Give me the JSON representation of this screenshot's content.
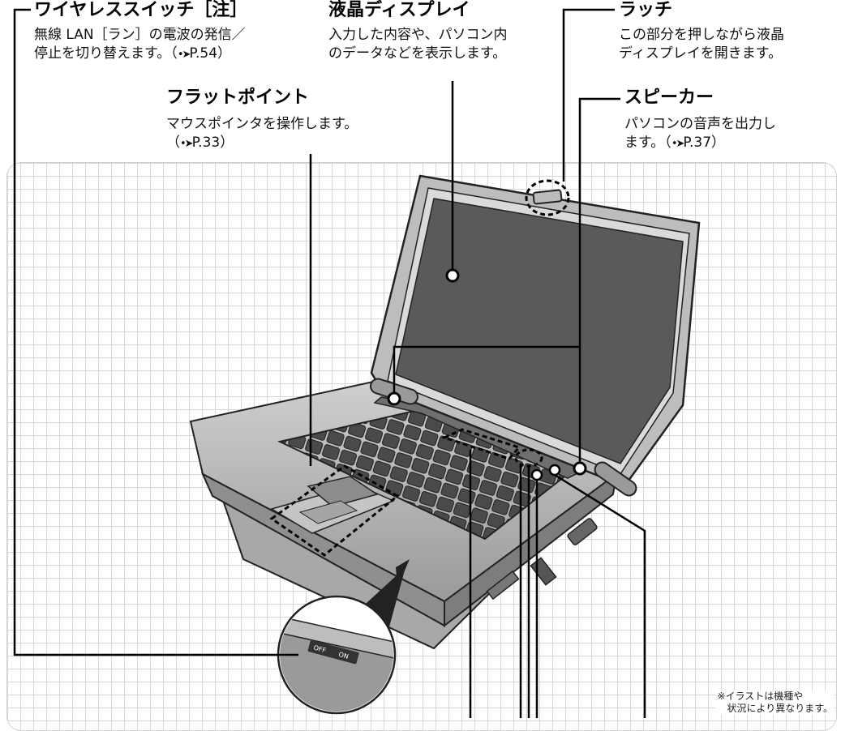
{
  "callouts": {
    "wireless": {
      "title": "ワイヤレススイッチ［注］",
      "desc_line1": "無線 LAN［ラン］の電波の発信／",
      "desc_line2": "停止を切り替えます。（",
      "page_ref": "P.54）"
    },
    "display": {
      "title": "液晶ディスプレイ",
      "desc_line1": "入力した内容や、パソコン内",
      "desc_line2": "のデータなどを表示します。"
    },
    "latch": {
      "title": "ラッチ",
      "desc_line1": "この部分を押しながら液晶",
      "desc_line2": "ディスプレイを開きます。"
    },
    "flatpoint": {
      "title": "フラットポイント",
      "desc_line1": "マウスポインタを操作します。",
      "desc_prefix": "（",
      "page_ref": "P.33）"
    },
    "speaker": {
      "title": "スピーカー",
      "desc_line1": "パソコンの音声を出力し",
      "desc_prefix": "ます。（",
      "page_ref": "P.37）"
    }
  },
  "icons": {
    "page_ref_arrow": "•➤"
  },
  "switch": {
    "off_label": "OFF",
    "on_label": "ON"
  },
  "note": {
    "line1": "※イラストは機種や",
    "line2": "状況により異なります。"
  },
  "colors": {
    "grid": "#d6d6d6",
    "laptop_body": "#b7b7b7",
    "screen": "#5a5a5a",
    "keys": "#3a3a3a"
  }
}
